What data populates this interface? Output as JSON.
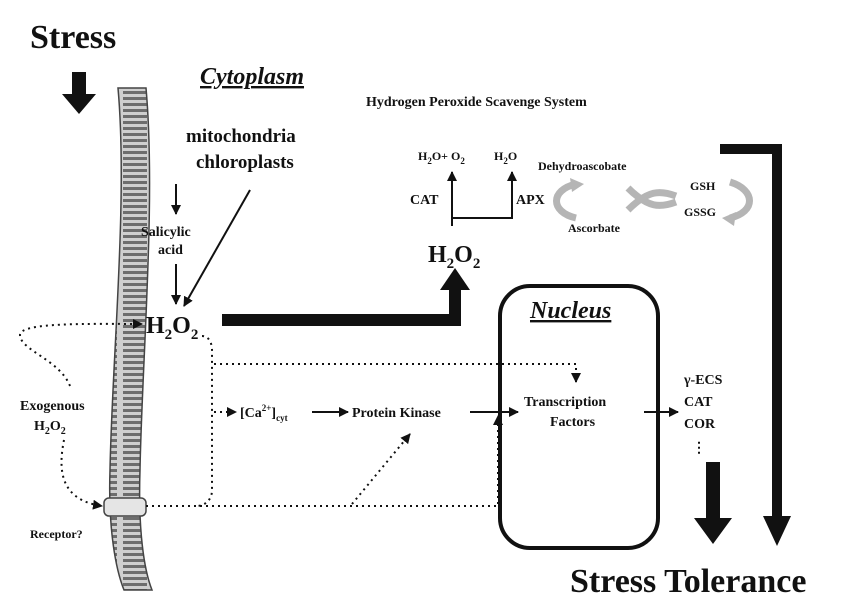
{
  "labels": {
    "stress": "Stress",
    "stress_tolerance": "Stress Tolerance",
    "cytoplasm": "Cytoplasm",
    "mito_line1": "mitochondria",
    "mito_line2": "chloroplasts",
    "salicylic_line1": "Salicylic",
    "salicylic_line2": "acid",
    "h2o2_main": "H",
    "h2o2_scav": "H",
    "scavenge_title": "Hydrogen Peroxide Scavenge System",
    "cat_product": "H",
    "apx_product": "H",
    "cat": "CAT",
    "apx": "APX",
    "dehydroascobate": "Dehydroascobate",
    "ascorbate": "Ascorbate",
    "gsh": "GSH",
    "gssg": "GSSG",
    "nucleus": "Nucleus",
    "tf_line1": "Transcription",
    "tf_line2": "Factors",
    "exo_line1": "Exogenous",
    "exo_line2": "H",
    "receptor": "Receptor?",
    "ca": "[Ca",
    "protein_kinase": "Protein Kinase",
    "gene1": "γ-ECS",
    "gene2": "CAT",
    "gene3": "COR",
    "gene_more": "⋮"
  },
  "colors": {
    "ink": "#111111",
    "membrane": "#8a8a8a",
    "cycle_arrow": "#b5b5b5"
  },
  "icons": {
    "membrane": "lipid-bilayer",
    "cycle": "recycle-arrows"
  }
}
